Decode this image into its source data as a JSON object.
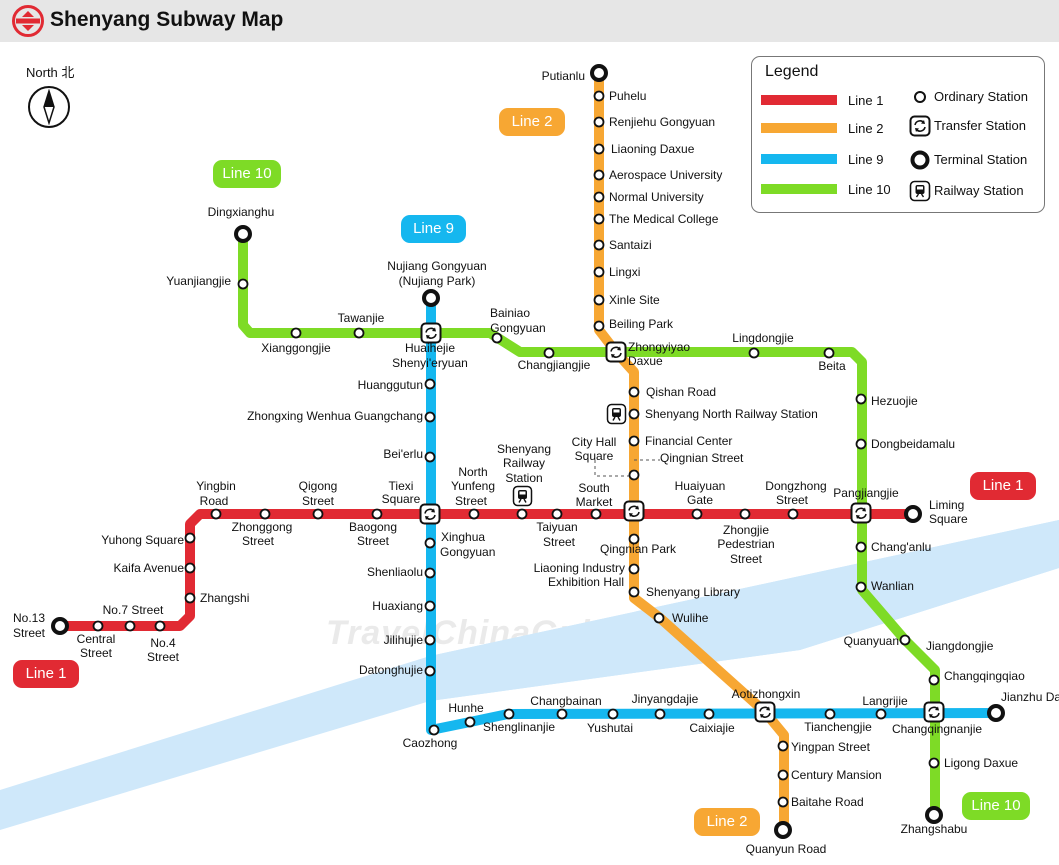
{
  "header": {
    "title": "Shenyang Subway Map"
  },
  "compass": {
    "label": "North 北"
  },
  "watermark": "TravelChinaGuide.com",
  "colors": {
    "line1": "#e12a33",
    "line2": "#f7a733",
    "line9": "#15b7ef",
    "line10": "#7edb26",
    "river": "#cfe8fa",
    "header_bg": "#e6e6e6"
  },
  "badges": {
    "line1_top": "Line 1",
    "line1_bottom": "Line 1",
    "line2_top": "Line 2",
    "line2_bottom": "Line 2",
    "line9": "Line 9",
    "line10_top": "Line 10",
    "line10_bottom": "Line 10"
  },
  "legend": {
    "title": "Legend",
    "lines": [
      "Line 1",
      "Line 2",
      "Line 9",
      "Line 10"
    ],
    "symbols": [
      "Ordinary Station",
      "Transfer Station",
      "Terminal Station",
      "Railway Station"
    ]
  },
  "stations": {
    "putianlu": "Putianlu",
    "puhelu": "Puhelu",
    "renjiehu": "Renjiehu Gongyuan",
    "liaoning_daxue": "Liaoning Daxue",
    "aerospace": "Aerospace University",
    "normal": "Normal University",
    "medical": "The Medical College",
    "santaizi": "Santaizi",
    "lingxi": "Lingxi",
    "xinle": "Xinle Site",
    "beiling": "Beiling Park",
    "zhongyiyao_1": "Zhongyiyao",
    "zhongyiyao_2": "Daxue",
    "qishan": "Qishan Road",
    "shenyang_north": "Shenyang North Railway Station",
    "financial": "Financial Center",
    "qingnian_st": "Qingnian Street",
    "qingnian_park": "Qingnian Park",
    "liaoning_ind_1": "Liaoning Industry",
    "liaoning_ind_2": "Exhibition Hall",
    "sy_library": "Shenyang Library",
    "wulihe": "Wulihe",
    "aotizhongxin": "Aotizhongxin",
    "yingpan": "Yingpan Street",
    "century": "Century Mansion",
    "baitahe": "Baitahe Road",
    "quanyun": "Quanyun Road",
    "dingxianghu": "Dingxianghu",
    "yuanjiangjie": "Yuanjiangjie",
    "xianggongjie": "Xianggongjie",
    "tawanjie": "Tawanjie",
    "huaihejie": "Huaihejie",
    "bainiao_1": "Bainiao",
    "bainiao_2": "Gongyuan",
    "changjiangjie": "Changjiangjie",
    "lingdongjie": "Lingdongjie",
    "beita": "Beita",
    "hezuojie": "Hezuojie",
    "dongbeidamalu": "Dongbeidamalu",
    "pangjiangjie": "Pangjiangjie",
    "changanlu": "Chang'anlu",
    "wanlian": "Wanlian",
    "quanyuan": "Quanyuan",
    "jiangdongjie": "Jiangdongjie",
    "changqingqiao": "Changqingqiao",
    "changqingnanjie": "Changqingnanjie",
    "ligong": "Ligong Daxue",
    "zhangshabu": "Zhangshabu",
    "nujiang_1": "Nujiang Gongyuan",
    "nujiang_2": "(Nujiang Park)",
    "shenyieryuan": "Shenyi'eryuan",
    "huanggutun": "Huanggutun",
    "zhongxing": "Zhongxing Wenhua Guangchang",
    "beierlu": "Bei'erlu",
    "tiexi_1": "Tiexi",
    "tiexi_2": "Square",
    "xinghua_1": "Xinghua",
    "xinghua_2": "Gongyuan",
    "shenliaolu": "Shenliaolu",
    "huaxiang": "Huaxiang",
    "jilihujie": "Jilihujie",
    "datonghujie": "Datonghujie",
    "caozhong": "Caozhong",
    "hunhe": "Hunhe",
    "shenglinanjie": "Shenglinanjie",
    "changbainan": "Changbainan",
    "yushutai": "Yushutai",
    "jinyangdajie": "Jinyangdajie",
    "caixiajie": "Caixiajie",
    "tianchengjie": "Tianchengjie",
    "langrijie": "Langrijie",
    "jianzhu": "Jianzhu Daxue",
    "no13_1": "No.13",
    "no13_2": "Street",
    "central_1": "Central",
    "central_2": "Street",
    "no7": "No.7 Street",
    "no4_1": "No.4",
    "no4_2": "Street",
    "zhangshi": "Zhangshi",
    "kaifa": "Kaifa Avenue",
    "yuhong": "Yuhong Square",
    "yingbin_1": "Yingbin",
    "yingbin_2": "Road",
    "zhonggong_1": "Zhonggong",
    "zhonggong_2": "Street",
    "qigong_1": "Qigong",
    "qigong_2": "Street",
    "baogong_1": "Baogong",
    "baogong_2": "Street",
    "north_yunfeng_1": "North",
    "north_yunfeng_2": "Yunfeng",
    "north_yunfeng_3": "Street",
    "sy_rail_1": "Shenyang",
    "sy_rail_2": "Railway",
    "sy_rail_3": "Station",
    "taiyuan_1": "Taiyuan",
    "taiyuan_2": "Street",
    "south_market_1": "South",
    "south_market_2": "Market",
    "city_hall_1": "City Hall",
    "city_hall_2": "Square",
    "huaiyuan_1": "Huaiyuan",
    "huaiyuan_2": "Gate",
    "zhongjie_1": "Zhongjie",
    "zhongjie_2": "Pedestrian",
    "zhongjie_3": "Street",
    "dongzhong_1": "Dongzhong",
    "dongzhong_2": "Street",
    "liming_1": "Liming",
    "liming_2": "Square"
  }
}
